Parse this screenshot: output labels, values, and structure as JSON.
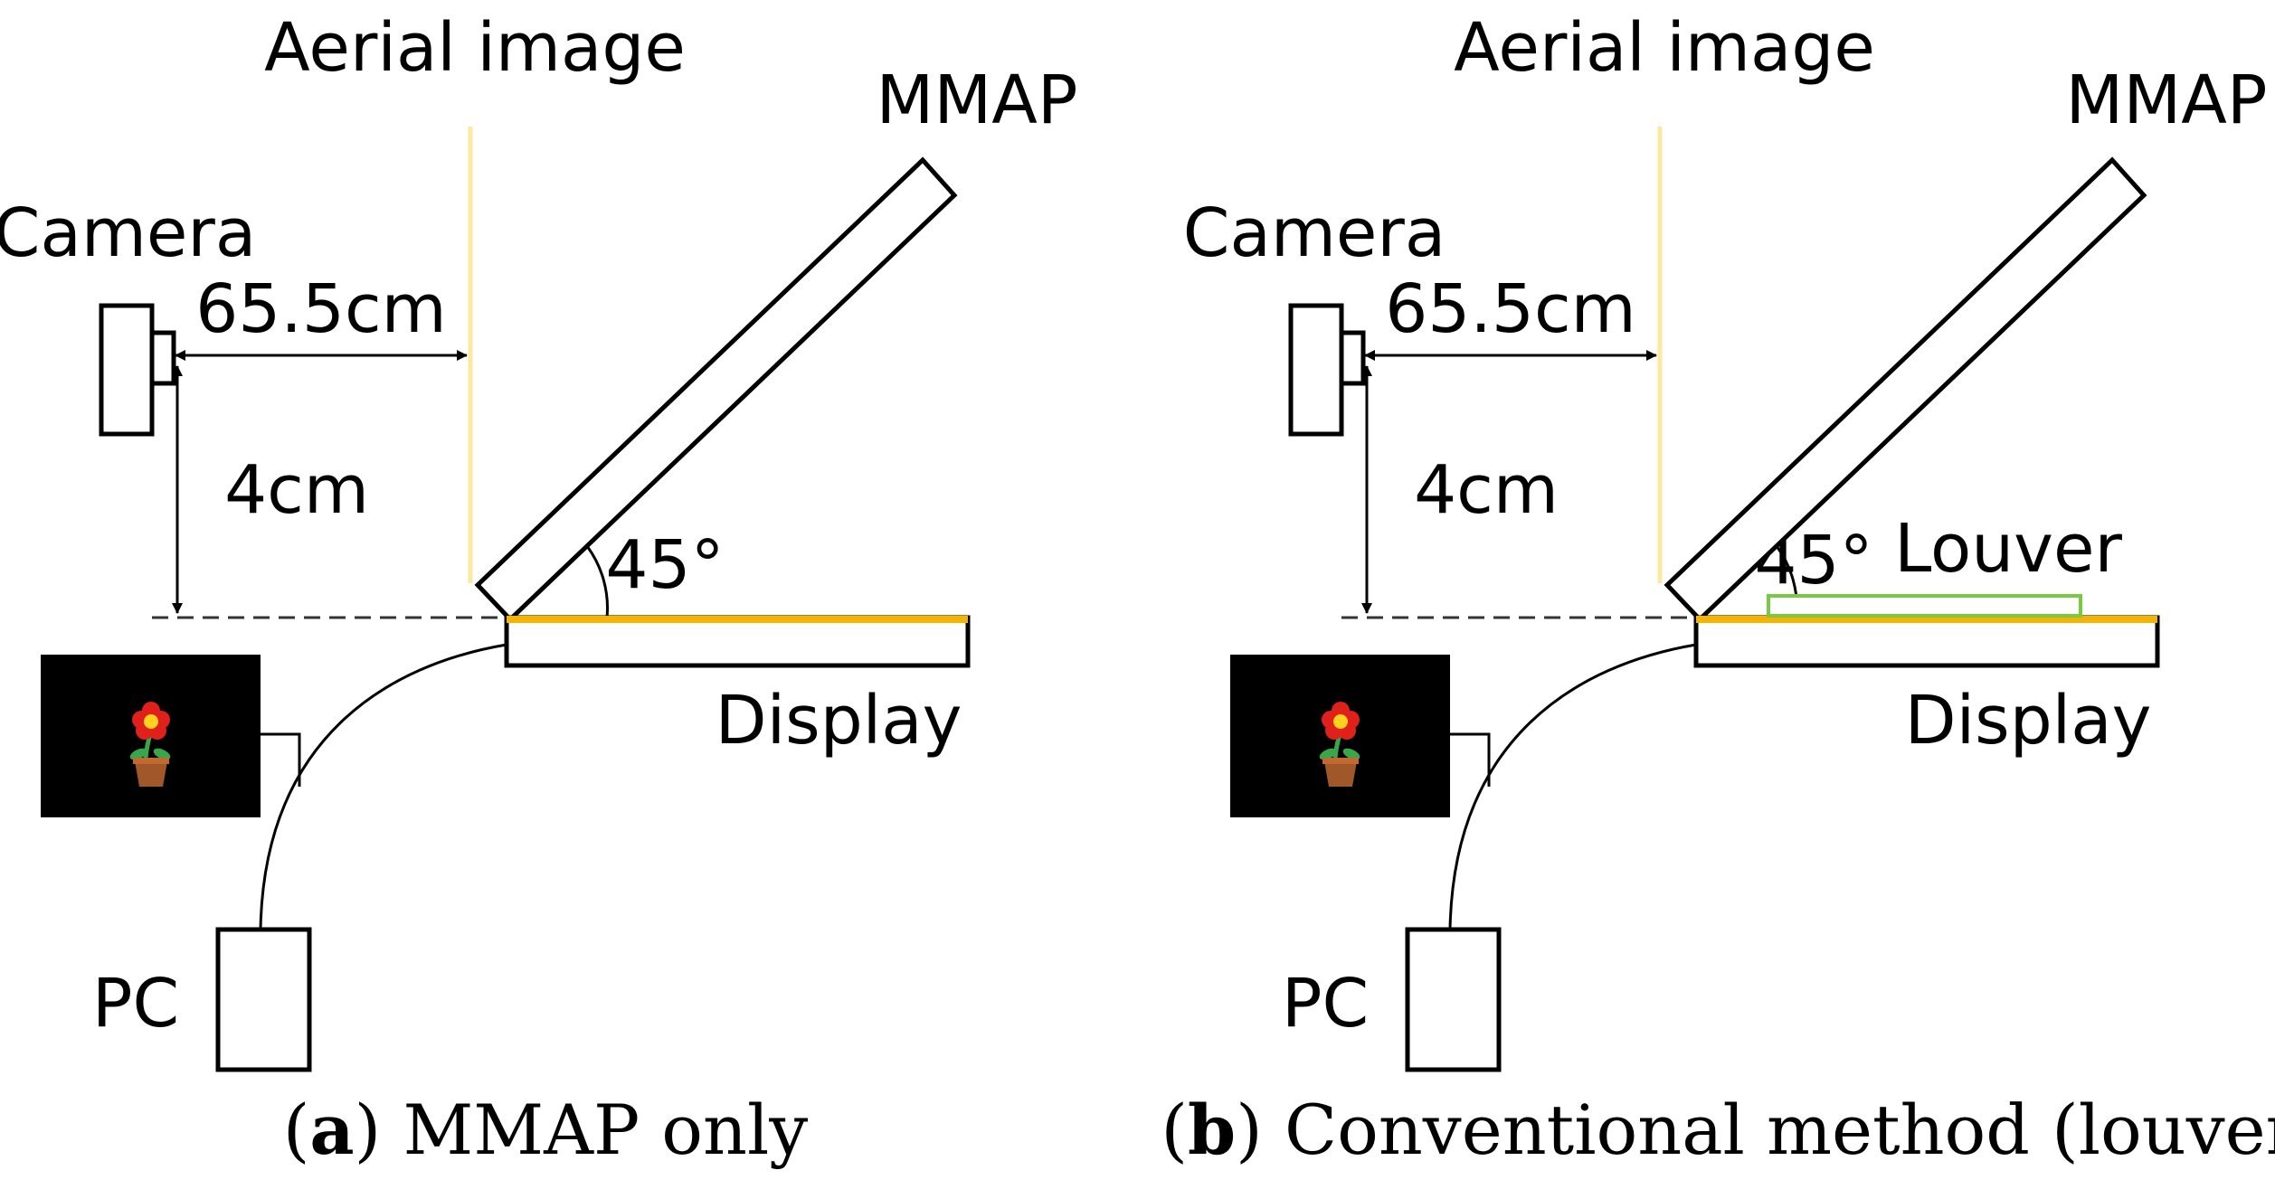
{
  "panels": [
    {
      "id": "a",
      "labels": {
        "aerial_image": "Aerial image",
        "mmap": "MMAP",
        "camera": "Camera",
        "distance": "65.5cm",
        "height": "4cm",
        "angle": "45°",
        "display": "Display",
        "pc": "PC"
      },
      "caption": {
        "letter": "a",
        "text": "MMAP only"
      }
    },
    {
      "id": "b",
      "labels": {
        "aerial_image": "Aerial image",
        "mmap": "MMAP",
        "camera": "Camera",
        "distance": "65.5cm",
        "height": "4cm",
        "angle": "45°",
        "louver": "Louver",
        "display": "Display",
        "pc": "PC"
      },
      "caption": {
        "letter": "b",
        "text": "Conventional method (louver)"
      }
    }
  ],
  "colors": {
    "aerial_image_line": "#fde8a0",
    "display_surface": "#f5b400",
    "louver_outline": "#7ac943",
    "screen_background": "#000000"
  },
  "icons": {
    "screen_content": "flower-pot-icon"
  }
}
